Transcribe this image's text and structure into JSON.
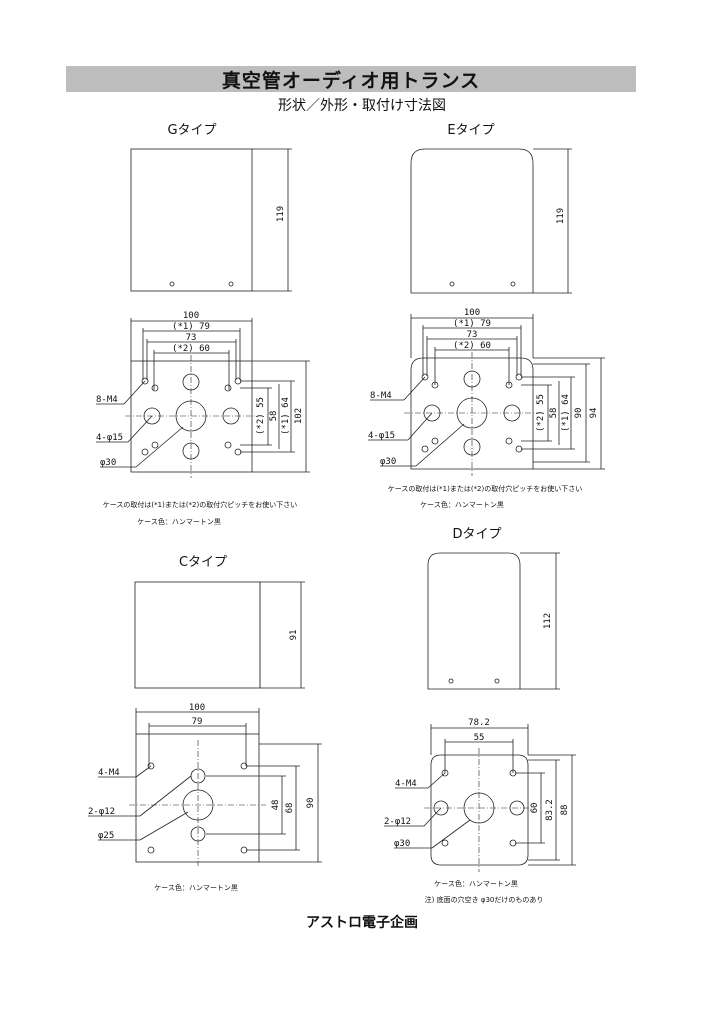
{
  "title": "真空管オーディオ用トランス",
  "subtitle": "形状／外形・取付け寸法図",
  "footer": "アストロ電子企画",
  "g": {
    "name": "Gタイプ",
    "h119": "119",
    "d100": "100",
    "d79": "(*1) 79",
    "d73": "73",
    "d60": "(*2) 60",
    "d55": "(*2) 55",
    "d58": "58",
    "d64": "(*1) 64",
    "d102": "102",
    "m4": "8-M4",
    "p15": "4-φ15",
    "p30": "φ30",
    "note1": "ケースの取付は(*1)または(*2)の取付穴ピッチをお使い下さい",
    "note2": "ケース色：ハンマートン黒"
  },
  "e": {
    "name": "Eタイプ",
    "h119": "119",
    "d100": "100",
    "d79": "(*1) 79",
    "d73": "73",
    "d60": "(*2) 60",
    "d55": "(*2) 55",
    "d58": "58",
    "d64": "(*1) 64",
    "d90": "90",
    "d94": "94",
    "m4": "8-M4",
    "p15": "4-φ15",
    "p30": "φ30",
    "note1": "ケースの取付は(*1)または(*2)の取付穴ピッチをお使い下さい",
    "note2": "ケース色：ハンマートン黒"
  },
  "c": {
    "name": "Cタイプ",
    "h91": "91",
    "d100": "100",
    "d79": "79",
    "d48": "48",
    "d68": "68",
    "d90": "90",
    "m4": "4-M4",
    "p12": "2-φ12",
    "p25": "φ25",
    "note2": "ケース色：ハンマートン黒"
  },
  "d": {
    "name": "Dタイプ",
    "h112": "112",
    "d782": "78.2",
    "d55": "55",
    "d60": "60",
    "d832": "83.2",
    "d88": "88",
    "m4": "4-M4",
    "p12": "2-φ12",
    "p30": "φ30",
    "note2": "ケース色：ハンマートン黒",
    "note3": "注) 底面の穴空き φ30だけのものあり"
  }
}
